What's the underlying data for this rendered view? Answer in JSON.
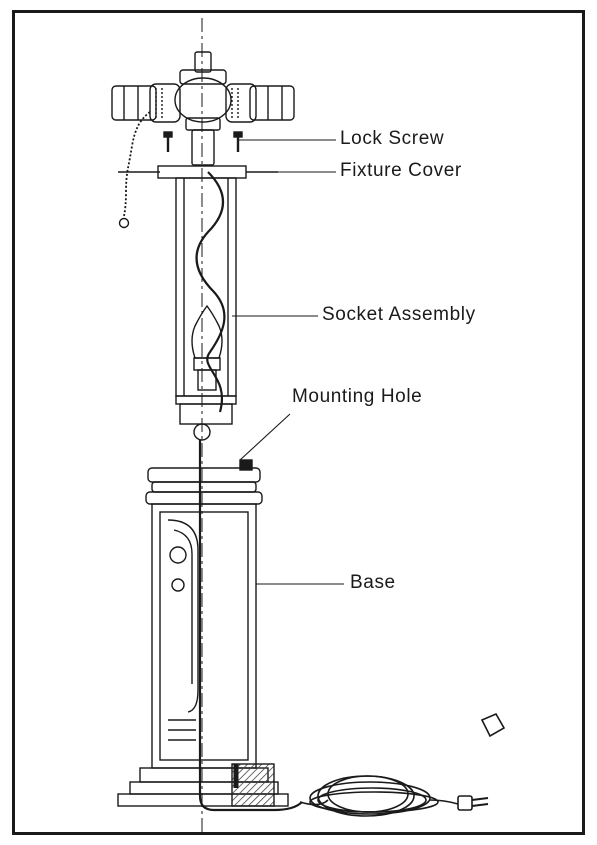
{
  "labels": {
    "lock_screw": "Lock Screw",
    "fixture_cover": "Fixture Cover",
    "socket_assembly": "Socket Assembly",
    "mounting_hole": "Mounting Hole",
    "base": "Base"
  },
  "colors": {
    "line": "#1a1a1a",
    "hatch": "#555555"
  }
}
